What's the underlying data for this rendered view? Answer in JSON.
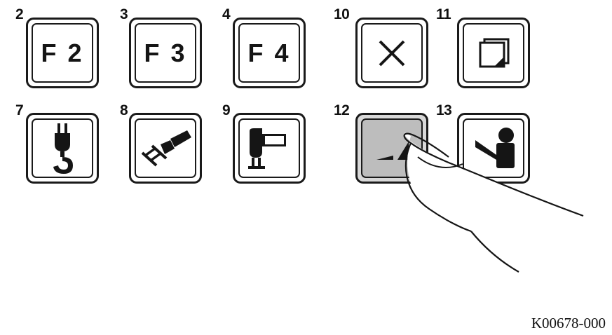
{
  "keys": [
    {
      "id": "2",
      "label": "F 2",
      "icon": "f2-key"
    },
    {
      "id": "3",
      "label": "F 3",
      "icon": "f3-key"
    },
    {
      "id": "4",
      "label": "F 4",
      "icon": "f4-key"
    },
    {
      "id": "10",
      "label": "",
      "icon": "close-x-icon"
    },
    {
      "id": "11",
      "label": "",
      "icon": "pages-icon"
    },
    {
      "id": "7",
      "label": "",
      "icon": "crane-hook-icon"
    },
    {
      "id": "8",
      "label": "",
      "icon": "boom-arm-icon"
    },
    {
      "id": "9",
      "label": "",
      "icon": "machine-tool-icon"
    },
    {
      "id": "12",
      "label": "",
      "icon": "selected-key-icon",
      "pressed": true
    },
    {
      "id": "13",
      "label": "",
      "icon": "operator-icon"
    }
  ],
  "pressed_key": "12",
  "reference_code": "K00678-000"
}
